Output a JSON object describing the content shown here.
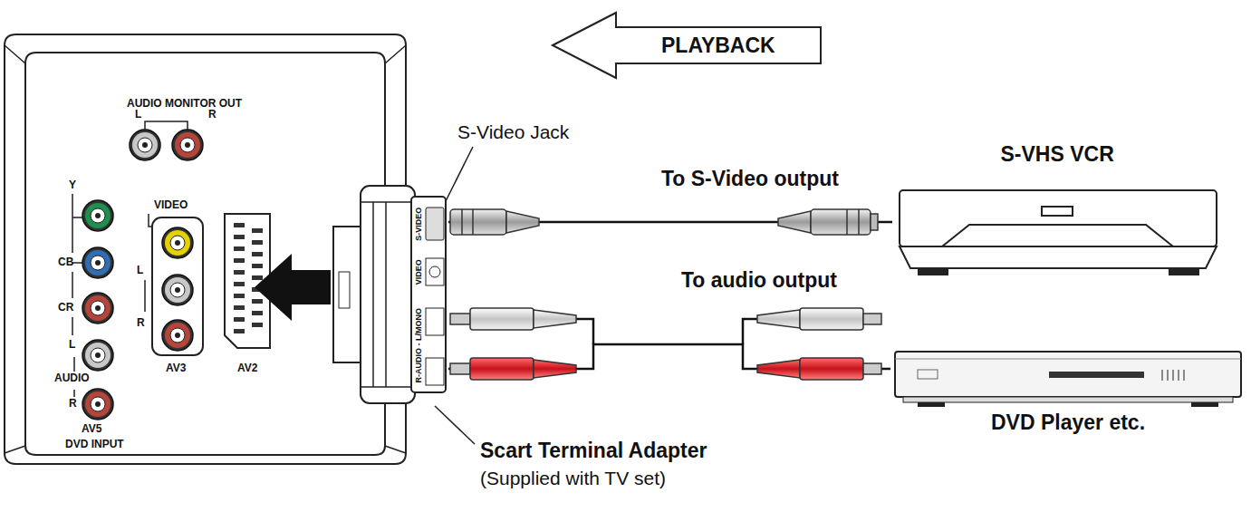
{
  "diagram": {
    "nodes": [
      {
        "text": [
          "PLAYBACK"
        ]
      },
      {
        "text": [
          "S-VIDEO",
          "VIDEO",
          "R-AUDIO - L/MONO"
        ]
      },
      {
        "text": [
          "S-VHS VCR"
        ]
      },
      {
        "text": [
          "DVD Player etc."
        ]
      }
    ],
    "edges": [
      {
        "from": 1,
        "to": 2,
        "arrow": "none",
        "label": "To S-Video output"
      },
      {
        "from": 1,
        "to": 3,
        "arrow": "none",
        "label": "To audio output"
      }
    ],
    "labels": [
      "AUDIO MONITOR OUT",
      "L",
      "R",
      "Y",
      "CB",
      "CR",
      "L",
      "AUDIO",
      "R",
      "AV5",
      "DVD INPUT",
      "VIDEO",
      "L",
      "R",
      "AV3",
      "AV2",
      "S-Video Jack",
      "Scart Terminal Adapter",
      "(Supplied with TV set)"
    ]
  }
}
